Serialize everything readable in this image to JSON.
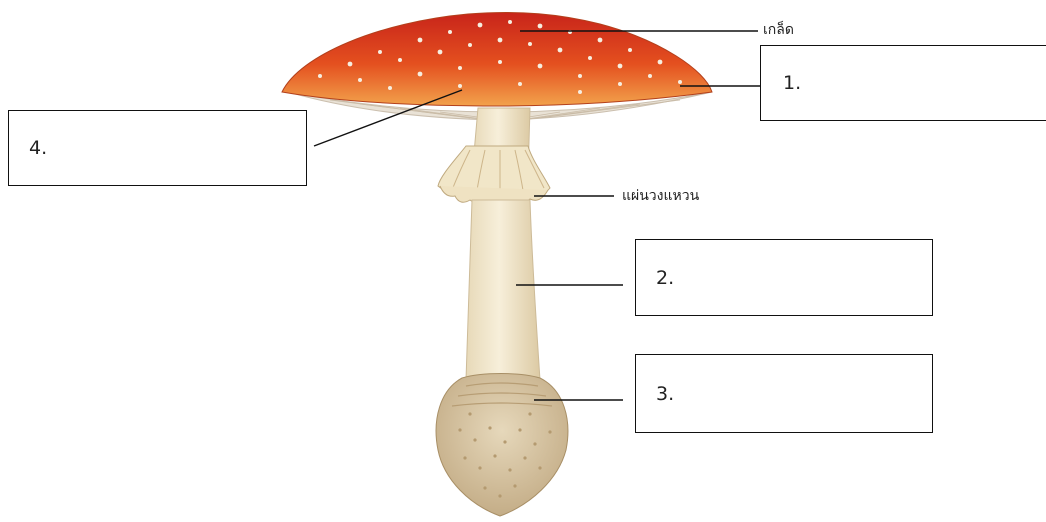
{
  "labels": {
    "gill": "เกล็ด",
    "ring": "แผ่นวงแหวน"
  },
  "boxes": {
    "box1": "1.",
    "box2": "2.",
    "box3": "3.",
    "box4": "4."
  },
  "colors": {
    "cap_top": "#d8341a",
    "cap_edge": "#f0a050",
    "gills": "#e9e2d6",
    "stem": "#efe4c8",
    "volva": "#d2c0a0",
    "line": "#111111"
  }
}
